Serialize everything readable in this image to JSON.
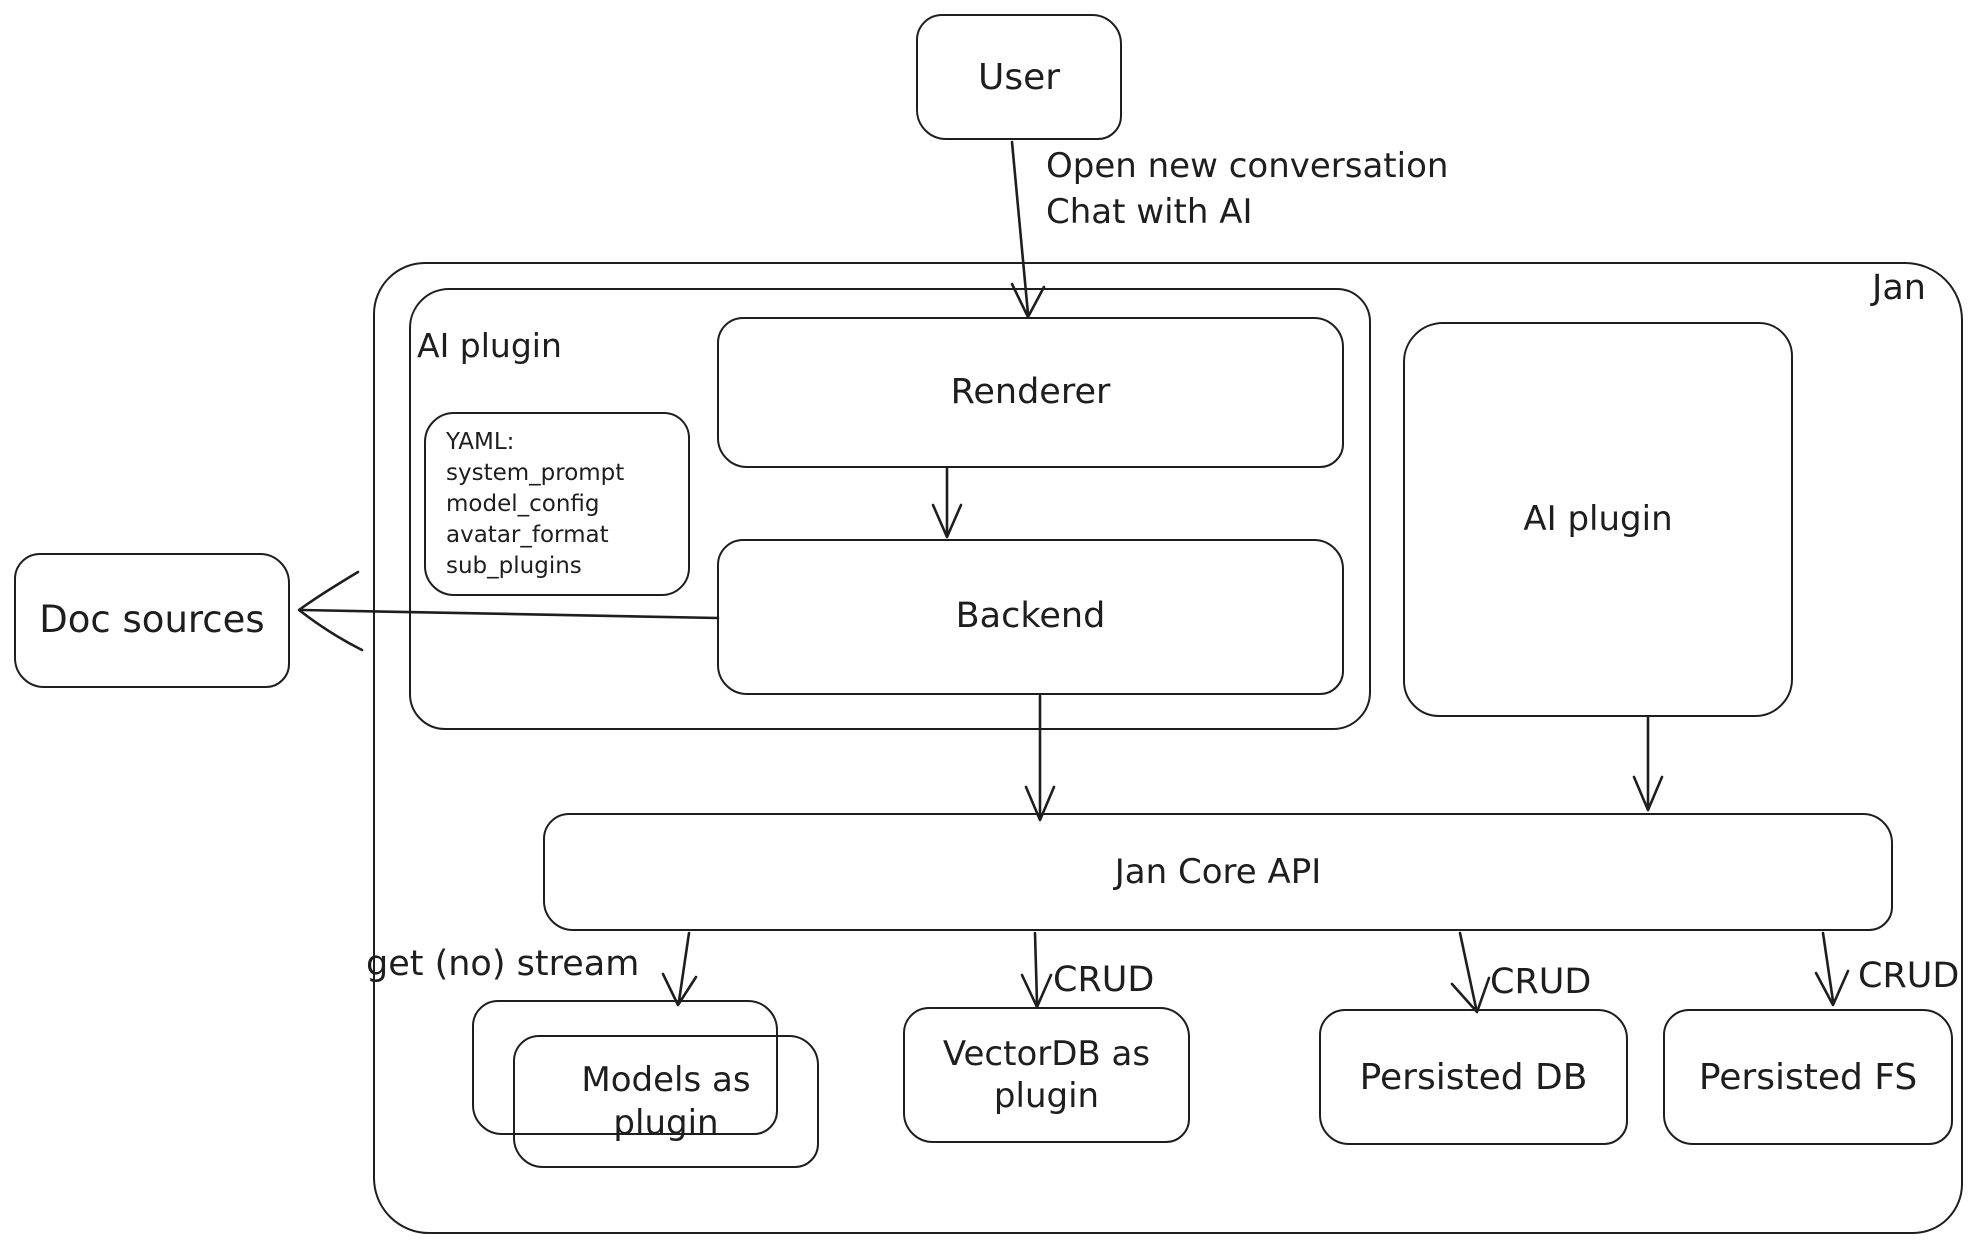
{
  "diagram": {
    "container_label": "Jan",
    "nodes": {
      "user": "User",
      "ai_plugin_left": "AI plugin",
      "renderer": "Renderer",
      "backend": "Backend",
      "ai_plugin_right": "AI plugin",
      "doc_sources": "Doc sources",
      "jan_core_api": "Jan Core API",
      "models_as_plugin": "Models as plugin",
      "vectordb_as_plugin": "VectorDB as plugin",
      "persisted_db": "Persisted DB",
      "persisted_fs": "Persisted FS"
    },
    "yaml_note": {
      "title": "YAML:",
      "items": [
        "system_prompt",
        "model_config",
        "avatar_format",
        "sub_plugins"
      ]
    },
    "edge_labels": {
      "user_flow_line1": "Open new conversation",
      "user_flow_line2": "Chat with AI",
      "models_edge": "get (no) stream",
      "vectordb_edge": "CRUD",
      "persisted_db_edge": "CRUD",
      "persisted_fs_edge": "CRUD"
    },
    "colors": {
      "stroke": "#1e1e1e",
      "background": "#ffffff"
    }
  }
}
